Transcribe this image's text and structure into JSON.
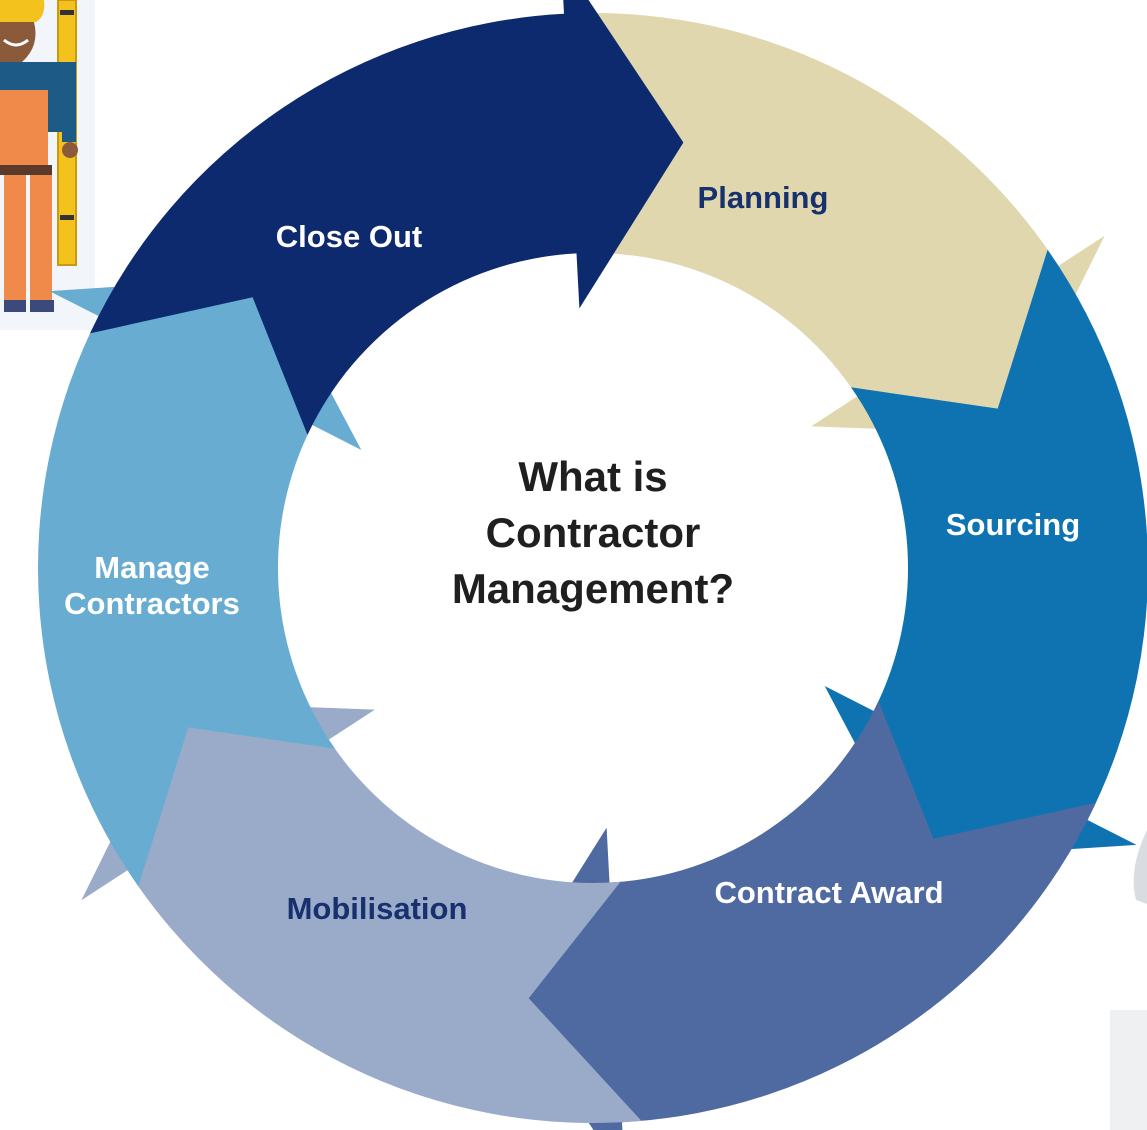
{
  "diagram": {
    "center_title": [
      "What is",
      "Contractor",
      "Management?"
    ],
    "stages": [
      {
        "id": "planning",
        "lines": [
          "Planning"
        ],
        "fill": "#e0d7ae",
        "text_color": "#17306e"
      },
      {
        "id": "sourcing",
        "lines": [
          "Sourcing"
        ],
        "fill": "#0e73b0",
        "text_color": "#ffffff"
      },
      {
        "id": "contract-award",
        "lines": [
          "Contract Award"
        ],
        "fill": "#4f6aa0",
        "text_color": "#ffffff"
      },
      {
        "id": "mobilisation",
        "lines": [
          "Mobilisation"
        ],
        "fill": "#9aabca",
        "text_color": "#17306e"
      },
      {
        "id": "manage-contractors",
        "lines": [
          "Manage",
          "Contractors"
        ],
        "fill": "#68acd2",
        "text_color": "#ffffff"
      },
      {
        "id": "close-out",
        "lines": [
          "Close Out"
        ],
        "fill": "#0d2a6e",
        "text_color": "#ffffff"
      }
    ],
    "decorations": {
      "worker_illustration": "construction-worker-illustration",
      "right_edge_object": "partial-cropped-object"
    }
  }
}
